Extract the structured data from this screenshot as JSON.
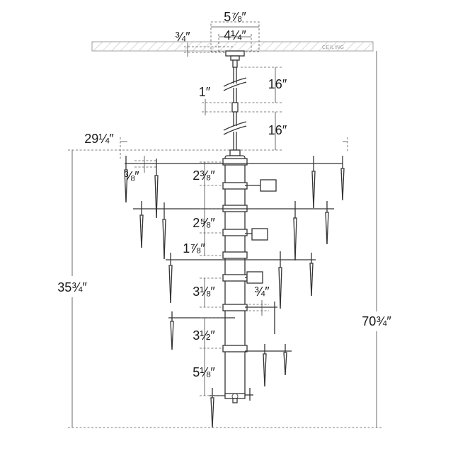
{
  "ceiling_label": "CEILING",
  "dimensions": {
    "canopy_width": "5⅞″",
    "canopy_inner_width": "4¼″",
    "canopy_height": "¾″",
    "rod_upper": "16″",
    "rod_coupling": "1″",
    "rod_lower": "16″",
    "overall_width": "29¼″",
    "arm_offset": "⅜″",
    "tier_1": "2⅜″",
    "tier_2": "2⅝″",
    "tier_3": "1⅞″",
    "tier_4": "3⅛″",
    "socket": "¾″",
    "tier_5": "3½″",
    "tier_6": "5⅛″",
    "fixture_height": "35¾″",
    "overall_height": "70¾″"
  }
}
